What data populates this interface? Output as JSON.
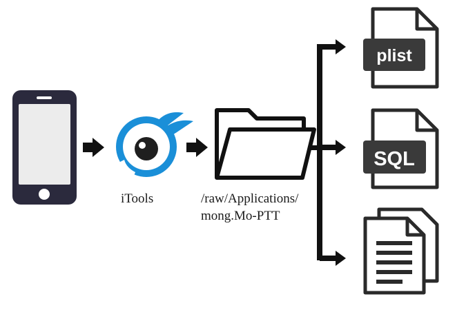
{
  "diagram": {
    "labels": {
      "tool": "iTools",
      "path_line1": "/raw/Applications/",
      "path_line2": "mong.Mo-PTT"
    },
    "outputs": {
      "plist": "plist",
      "sql": "SQL"
    },
    "icons": {
      "device": "smartphone-icon",
      "tool": "itools-logo-icon",
      "folder": "folder-icon",
      "plist_file": "plist-file-icon",
      "sql_file": "sql-file-icon",
      "documents": "documents-icon"
    },
    "colors": {
      "device_body": "#2b2a3d",
      "device_screen": "#ececec",
      "itools_blue": "#1a8fd8",
      "arrow": "#111111",
      "badge": "#3a3a3a"
    }
  }
}
